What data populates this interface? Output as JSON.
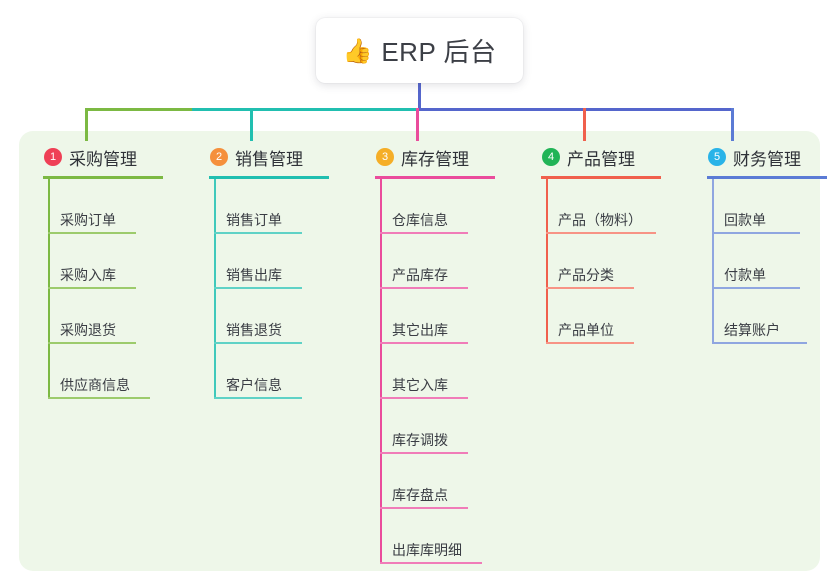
{
  "diagram": {
    "type": "mind-map",
    "root": {
      "icon": "thumbs-up-icon",
      "emoji": "👍",
      "title": "ERP 后台"
    },
    "panel_background": "#eef7e9",
    "root_connector_color": "#5566cc",
    "branches": [
      {
        "number": "1",
        "title": "采购管理",
        "badge_color": "#ef4056",
        "line_color": "#7cb943",
        "leaves": [
          "采购订单",
          "采购入库",
          "采购退货",
          "供应商信息"
        ]
      },
      {
        "number": "2",
        "title": "销售管理",
        "badge_color": "#f5903c",
        "line_color": "#21bfb0",
        "leaves": [
          "销售订单",
          "销售出库",
          "销售退货",
          "客户信息"
        ]
      },
      {
        "number": "3",
        "title": "库存管理",
        "badge_color": "#f5ae27",
        "line_color": "#ea4c9c",
        "leaves": [
          "仓库信息",
          "产品库存",
          "其它出库",
          "其它入库",
          "库存调拨",
          "库存盘点",
          "出库库明细"
        ]
      },
      {
        "number": "4",
        "title": "产品管理",
        "badge_color": "#21b457",
        "line_color": "#f0604d",
        "leaves": [
          "产品（物料）",
          "产品分类",
          "产品单位"
        ]
      },
      {
        "number": "5",
        "title": "财务管理",
        "badge_color": "#29b3e8",
        "line_color": "#5b7bd5",
        "leaves": [
          "回款单",
          "付款单",
          "结算账户"
        ]
      }
    ]
  }
}
